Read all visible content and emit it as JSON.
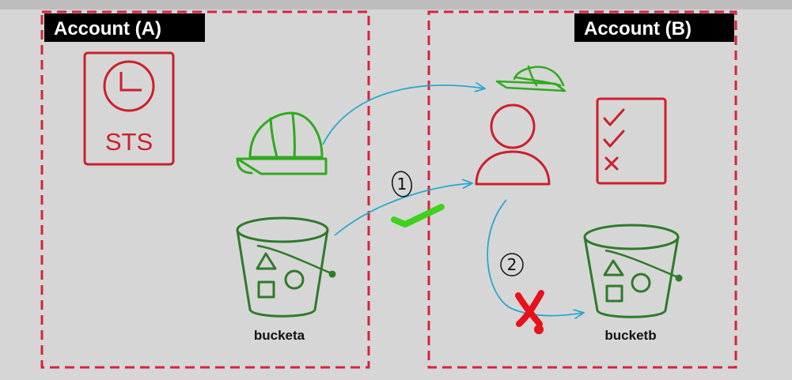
{
  "accounts": {
    "a": {
      "label": "Account (A)"
    },
    "b": {
      "label": "Account (B)"
    }
  },
  "services": {
    "sts": {
      "label": "STS",
      "icon": "sts-clock-icon"
    }
  },
  "buckets": {
    "a": {
      "label": "bucketa"
    },
    "b": {
      "label": "bucketb"
    }
  },
  "steps": {
    "one": {
      "label": "1",
      "result": "success"
    },
    "two": {
      "label": "2",
      "result": "denied"
    }
  },
  "colors": {
    "background": "#d6d6d6",
    "boundary": "#d6243a",
    "label_bg": "#000000",
    "aws_red": "#cc1f2a",
    "s3_green": "#2f7a2a",
    "role_green": "#2faa1e",
    "check_green": "#3fd21c",
    "arrow_blue": "#2aa7cf",
    "deny_red": "#e8101b"
  }
}
